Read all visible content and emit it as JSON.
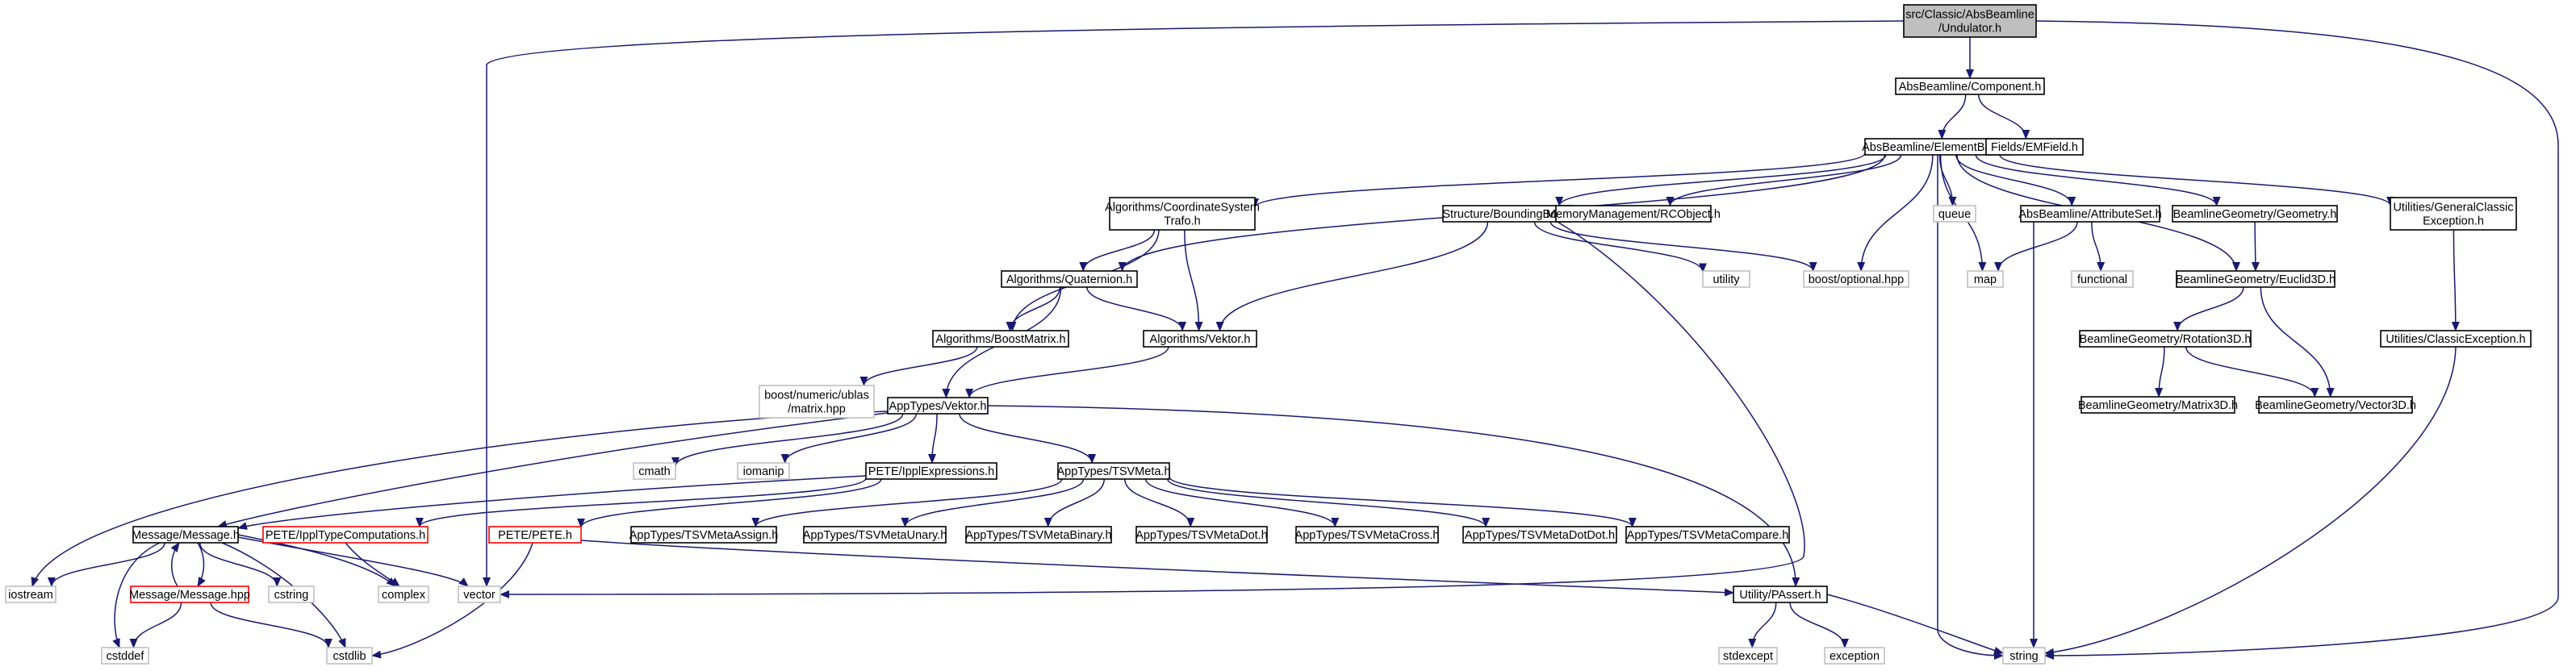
{
  "diagram": {
    "title": "",
    "colors": {
      "edge": "#191970",
      "node_border": "#000000",
      "node_fill": "#ffffff",
      "root_fill": "#bfbfbf",
      "broken_border": "#ff0000",
      "system_border": "#bfbfbf",
      "text": "#000000"
    },
    "nodes": [
      {
        "id": "undulator",
        "lines": [
          "src/Classic/AbsBeamline",
          "/Undulator.h"
        ],
        "style": "root"
      },
      {
        "id": "component",
        "lines": [
          "AbsBeamline/Component.h"
        ],
        "style": "normal"
      },
      {
        "id": "elementbase",
        "lines": [
          "AbsBeamline/ElementBase.h"
        ],
        "style": "normal"
      },
      {
        "id": "emfield",
        "lines": [
          "Fields/EMField.h"
        ],
        "style": "normal"
      },
      {
        "id": "cstrafo",
        "lines": [
          "Algorithms/CoordinateSystem",
          "Trafo.h"
        ],
        "style": "normal"
      },
      {
        "id": "bbox",
        "lines": [
          "Structure/BoundingBox.h"
        ],
        "style": "normal"
      },
      {
        "id": "rcobject",
        "lines": [
          "MemoryManagement/RCObject.h"
        ],
        "style": "normal"
      },
      {
        "id": "queue",
        "lines": [
          "queue"
        ],
        "style": "system"
      },
      {
        "id": "attrset",
        "lines": [
          "AbsBeamline/AttributeSet.h"
        ],
        "style": "normal"
      },
      {
        "id": "bgeometry",
        "lines": [
          "BeamlineGeometry/Geometry.h"
        ],
        "style": "normal"
      },
      {
        "id": "genexc",
        "lines": [
          "Utilities/GeneralClassic",
          "Exception.h"
        ],
        "style": "normal"
      },
      {
        "id": "quaternion",
        "lines": [
          "Algorithms/Quaternion.h"
        ],
        "style": "normal"
      },
      {
        "id": "utility",
        "lines": [
          "utility"
        ],
        "style": "system"
      },
      {
        "id": "optional",
        "lines": [
          "boost/optional.hpp"
        ],
        "style": "system"
      },
      {
        "id": "map",
        "lines": [
          "map"
        ],
        "style": "system"
      },
      {
        "id": "functional",
        "lines": [
          "functional"
        ],
        "style": "system"
      },
      {
        "id": "euclid",
        "lines": [
          "BeamlineGeometry/Euclid3D.h"
        ],
        "style": "normal"
      },
      {
        "id": "boostmatrix",
        "lines": [
          "Algorithms/BoostMatrix.h"
        ],
        "style": "normal"
      },
      {
        "id": "algvektor",
        "lines": [
          "Algorithms/Vektor.h"
        ],
        "style": "normal"
      },
      {
        "id": "rotation",
        "lines": [
          "BeamlineGeometry/Rotation3D.h"
        ],
        "style": "normal"
      },
      {
        "id": "classicexc",
        "lines": [
          "Utilities/ClassicException.h"
        ],
        "style": "normal"
      },
      {
        "id": "ublas",
        "lines": [
          "boost/numeric/ublas",
          "/matrix.hpp"
        ],
        "style": "system"
      },
      {
        "id": "appvektor",
        "lines": [
          "AppTypes/Vektor.h"
        ],
        "style": "normal"
      },
      {
        "id": "matrix3d",
        "lines": [
          "BeamlineGeometry/Matrix3D.h"
        ],
        "style": "normal"
      },
      {
        "id": "vector3d",
        "lines": [
          "BeamlineGeometry/Vector3D.h"
        ],
        "style": "normal"
      },
      {
        "id": "cmath",
        "lines": [
          "cmath"
        ],
        "style": "system"
      },
      {
        "id": "iomanip",
        "lines": [
          "iomanip"
        ],
        "style": "system"
      },
      {
        "id": "ipplexpr",
        "lines": [
          "PETE/IpplExpressions.h"
        ],
        "style": "normal"
      },
      {
        "id": "tsvmeta",
        "lines": [
          "AppTypes/TSVMeta.h"
        ],
        "style": "normal"
      },
      {
        "id": "message",
        "lines": [
          "Message/Message.h"
        ],
        "style": "normal"
      },
      {
        "id": "ippltype",
        "lines": [
          "PETE/IpplTypeComputations.h"
        ],
        "style": "broken"
      },
      {
        "id": "pete",
        "lines": [
          "PETE/PETE.h"
        ],
        "style": "broken"
      },
      {
        "id": "tsvassign",
        "lines": [
          "AppTypes/TSVMetaAssign.h"
        ],
        "style": "normal"
      },
      {
        "id": "tsvunary",
        "lines": [
          "AppTypes/TSVMetaUnary.h"
        ],
        "style": "normal"
      },
      {
        "id": "tsvbinary",
        "lines": [
          "AppTypes/TSVMetaBinary.h"
        ],
        "style": "normal"
      },
      {
        "id": "tsvdot",
        "lines": [
          "AppTypes/TSVMetaDot.h"
        ],
        "style": "normal"
      },
      {
        "id": "tsvcross",
        "lines": [
          "AppTypes/TSVMetaCross.h"
        ],
        "style": "normal"
      },
      {
        "id": "tsvdotdot",
        "lines": [
          "AppTypes/TSVMetaDotDot.h"
        ],
        "style": "normal"
      },
      {
        "id": "tsvcompare",
        "lines": [
          "AppTypes/TSVMetaCompare.h"
        ],
        "style": "normal"
      },
      {
        "id": "iostream",
        "lines": [
          "iostream"
        ],
        "style": "system"
      },
      {
        "id": "messagehpp",
        "lines": [
          "Message/Message.hpp"
        ],
        "style": "broken"
      },
      {
        "id": "cstring",
        "lines": [
          "cstring"
        ],
        "style": "system"
      },
      {
        "id": "complex",
        "lines": [
          "complex"
        ],
        "style": "system"
      },
      {
        "id": "vector",
        "lines": [
          "vector"
        ],
        "style": "system"
      },
      {
        "id": "passert",
        "lines": [
          "Utility/PAssert.h"
        ],
        "style": "normal"
      },
      {
        "id": "cstddef",
        "lines": [
          "cstddef"
        ],
        "style": "system"
      },
      {
        "id": "cstdlib",
        "lines": [
          "cstdlib"
        ],
        "style": "system"
      },
      {
        "id": "stdexcept",
        "lines": [
          "stdexcept"
        ],
        "style": "system"
      },
      {
        "id": "exception",
        "lines": [
          "exception"
        ],
        "style": "system"
      },
      {
        "id": "string",
        "lines": [
          "string"
        ],
        "style": "system"
      }
    ],
    "edges": [
      {
        "from": "undulator",
        "to": "component"
      },
      {
        "from": "undulator",
        "to": "vector"
      },
      {
        "from": "undulator",
        "to": "string"
      },
      {
        "from": "component",
        "to": "elementbase"
      },
      {
        "from": "component",
        "to": "emfield"
      },
      {
        "from": "elementbase",
        "to": "cstrafo"
      },
      {
        "from": "elementbase",
        "to": "bbox"
      },
      {
        "from": "elementbase",
        "to": "rcobject"
      },
      {
        "from": "elementbase",
        "to": "queue"
      },
      {
        "from": "elementbase",
        "to": "attrset"
      },
      {
        "from": "elementbase",
        "to": "bgeometry"
      },
      {
        "from": "elementbase",
        "to": "genexc"
      },
      {
        "from": "elementbase",
        "to": "quaternion"
      },
      {
        "from": "elementbase",
        "to": "optional"
      },
      {
        "from": "elementbase",
        "to": "map"
      },
      {
        "from": "elementbase",
        "to": "euclid"
      },
      {
        "from": "elementbase",
        "to": "string"
      },
      {
        "from": "cstrafo",
        "to": "quaternion"
      },
      {
        "from": "cstrafo",
        "to": "boostmatrix"
      },
      {
        "from": "cstrafo",
        "to": "algvektor"
      },
      {
        "from": "bbox",
        "to": "utility"
      },
      {
        "from": "bbox",
        "to": "optional"
      },
      {
        "from": "bbox",
        "to": "algvektor"
      },
      {
        "from": "bbox",
        "to": "vector"
      },
      {
        "from": "attrset",
        "to": "map"
      },
      {
        "from": "attrset",
        "to": "functional"
      },
      {
        "from": "attrset",
        "to": "string"
      },
      {
        "from": "bgeometry",
        "to": "euclid"
      },
      {
        "from": "genexc",
        "to": "classicexc"
      },
      {
        "from": "quaternion",
        "to": "boostmatrix"
      },
      {
        "from": "quaternion",
        "to": "algvektor"
      },
      {
        "from": "quaternion",
        "to": "appvektor"
      },
      {
        "from": "euclid",
        "to": "rotation"
      },
      {
        "from": "euclid",
        "to": "vector3d"
      },
      {
        "from": "boostmatrix",
        "to": "ublas"
      },
      {
        "from": "algvektor",
        "to": "appvektor"
      },
      {
        "from": "rotation",
        "to": "matrix3d"
      },
      {
        "from": "rotation",
        "to": "vector3d"
      },
      {
        "from": "classicexc",
        "to": "string"
      },
      {
        "from": "appvektor",
        "to": "cmath"
      },
      {
        "from": "appvektor",
        "to": "iomanip"
      },
      {
        "from": "appvektor",
        "to": "ipplexpr"
      },
      {
        "from": "appvektor",
        "to": "tsvmeta"
      },
      {
        "from": "appvektor",
        "to": "iostream"
      },
      {
        "from": "appvektor",
        "to": "message"
      },
      {
        "from": "appvektor",
        "to": "passert"
      },
      {
        "from": "ipplexpr",
        "to": "message"
      },
      {
        "from": "ipplexpr",
        "to": "ippltype"
      },
      {
        "from": "ipplexpr",
        "to": "pete"
      },
      {
        "from": "tsvmeta",
        "to": "tsvassign"
      },
      {
        "from": "tsvmeta",
        "to": "tsvunary"
      },
      {
        "from": "tsvmeta",
        "to": "tsvbinary"
      },
      {
        "from": "tsvmeta",
        "to": "tsvdot"
      },
      {
        "from": "tsvmeta",
        "to": "tsvcross"
      },
      {
        "from": "tsvmeta",
        "to": "tsvdotdot"
      },
      {
        "from": "tsvmeta",
        "to": "tsvcompare"
      },
      {
        "from": "message",
        "to": "iostream"
      },
      {
        "from": "message",
        "to": "messagehpp"
      },
      {
        "from": "message",
        "to": "cstring"
      },
      {
        "from": "message",
        "to": "complex"
      },
      {
        "from": "message",
        "to": "vector"
      },
      {
        "from": "message",
        "to": "cstddef"
      },
      {
        "from": "message",
        "to": "cstdlib"
      },
      {
        "from": "messagehpp",
        "to": "message"
      },
      {
        "from": "messagehpp",
        "to": "cstddef"
      },
      {
        "from": "messagehpp",
        "to": "cstdlib"
      },
      {
        "from": "ippltype",
        "to": "complex"
      },
      {
        "from": "pete",
        "to": "cstdlib"
      },
      {
        "from": "pete",
        "to": "passert"
      },
      {
        "from": "passert",
        "to": "stdexcept"
      },
      {
        "from": "passert",
        "to": "exception"
      },
      {
        "from": "passert",
        "to": "string"
      }
    ]
  }
}
